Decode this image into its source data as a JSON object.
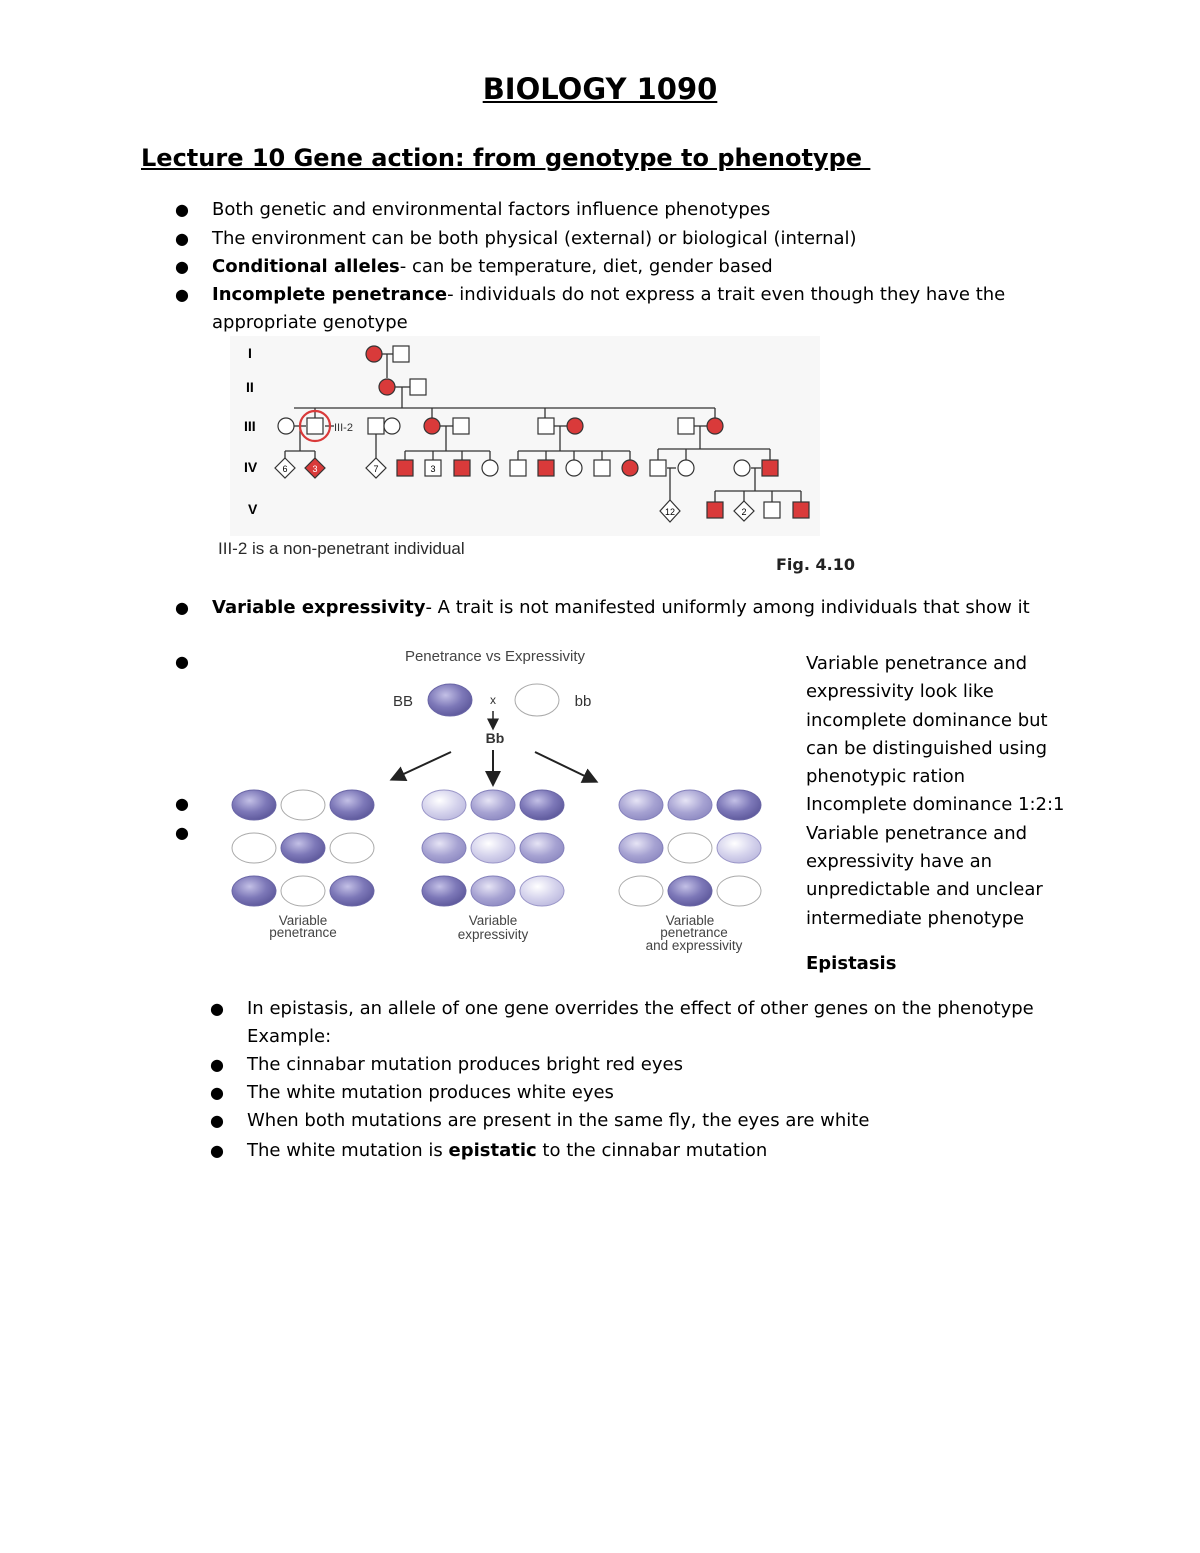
{
  "title": "BIOLOGY 1090",
  "lecture": "Lecture 10 Gene action: from genotype to phenotype ",
  "bullets_top": [
    {
      "bold": "",
      "text": "Both genetic and environmental factors influence phenotypes"
    },
    {
      "bold": "",
      "text": "The environment can be both physical (external) or biological (internal)"
    },
    {
      "bold": "Conditional alleles",
      "text": "-  can be temperature, diet, gender based"
    },
    {
      "bold": "Incomplete penetrance",
      "text": "- individuals do not express a trait even though they have the",
      "line2": "appropriate genotype"
    }
  ],
  "pedigree": {
    "generations": [
      "I",
      "II",
      "III",
      "IV",
      "V"
    ],
    "highlight_label": "III-2",
    "counts": [
      "6",
      "3",
      "7",
      "3",
      "12",
      "2"
    ],
    "caption": "III-2 is a non-penetrant individual",
    "fig_label": "Fig. 4.10"
  },
  "bullet_variable": {
    "bold": "Variable expressivity",
    "text": "- A trait is not manifested uniformly among individuals that show it"
  },
  "pve_figure": {
    "title": "Penetrance vs Expressivity",
    "parent_left": "BB",
    "parent_right": "bb",
    "cross": "x",
    "offspring": "Bb",
    "panel_labels": [
      [
        "Variable",
        "penetrance"
      ],
      [
        "Variable",
        "expressivity"
      ],
      [
        "Variable",
        "penetrance",
        "and expressivity"
      ]
    ]
  },
  "side_text": [
    "Variable penetrance and",
    "expressivity look like",
    "incomplete dominance but",
    "can be distinguished using",
    "phenotypic ration",
    "Incomplete dominance 1:2:1",
    "Variable penetrance and",
    "expressivity have an",
    "unpredictable and unclear",
    "intermediate phenotype"
  ],
  "epistasis_heading": "Epistasis",
  "epistasis_bullets": [
    {
      "pre": "In epistasis, an allele of one gene overrides the effect of other genes on the phenotype",
      "line2": "Example:"
    },
    {
      "pre": "The cinnabar mutation produces bright red eyes"
    },
    {
      "pre": "The white mutation produces white eyes"
    },
    {
      "pre": "When both mutations are present in the same fly, the eyes are white"
    },
    {
      "pre": "The white mutation is ",
      "bold": "epistatic",
      "post": " to the cinnabar mutation"
    }
  ],
  "colors": {
    "affected": "#d93a3a",
    "ellipse_dark": "#7d78b8",
    "ellipse_mid": "#a6a2d2",
    "ellipse_light": "#d4d2ec"
  }
}
